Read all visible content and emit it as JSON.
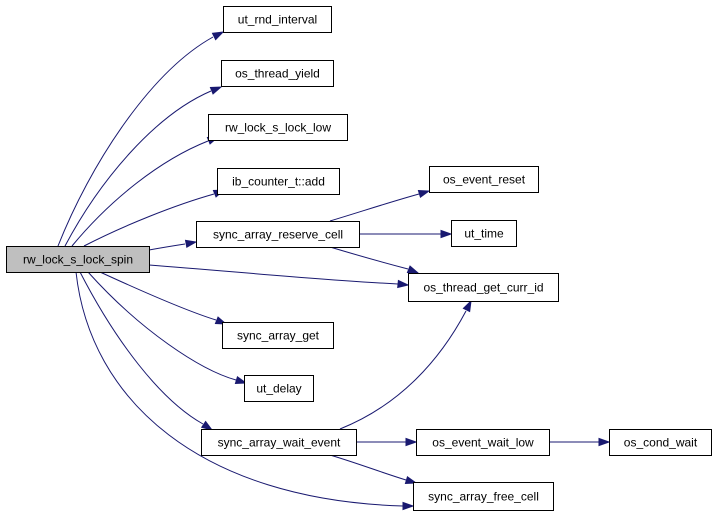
{
  "graph": {
    "root": "rw_lock_s_lock_spin",
    "nodes": [
      {
        "id": "rw_lock_s_lock_spin",
        "label": "rw_lock_s_lock_spin"
      },
      {
        "id": "ut_rnd_interval",
        "label": "ut_rnd_interval"
      },
      {
        "id": "os_thread_yield",
        "label": "os_thread_yield"
      },
      {
        "id": "rw_lock_s_lock_low",
        "label": "rw_lock_s_lock_low"
      },
      {
        "id": "ib_counter_t_add",
        "label": "ib_counter_t::add"
      },
      {
        "id": "sync_array_reserve_cell",
        "label": "sync_array_reserve_cell"
      },
      {
        "id": "sync_array_get",
        "label": "sync_array_get"
      },
      {
        "id": "ut_delay",
        "label": "ut_delay"
      },
      {
        "id": "sync_array_wait_event",
        "label": "sync_array_wait_event"
      },
      {
        "id": "os_event_reset",
        "label": "os_event_reset"
      },
      {
        "id": "ut_time",
        "label": "ut_time"
      },
      {
        "id": "os_thread_get_curr_id",
        "label": "os_thread_get_curr_id"
      },
      {
        "id": "os_event_wait_low",
        "label": "os_event_wait_low"
      },
      {
        "id": "sync_array_free_cell",
        "label": "sync_array_free_cell"
      },
      {
        "id": "os_cond_wait",
        "label": "os_cond_wait"
      }
    ],
    "edges": [
      {
        "from": "rw_lock_s_lock_spin",
        "to": "ut_rnd_interval"
      },
      {
        "from": "rw_lock_s_lock_spin",
        "to": "os_thread_yield"
      },
      {
        "from": "rw_lock_s_lock_spin",
        "to": "rw_lock_s_lock_low"
      },
      {
        "from": "rw_lock_s_lock_spin",
        "to": "ib_counter_t_add"
      },
      {
        "from": "rw_lock_s_lock_spin",
        "to": "sync_array_reserve_cell"
      },
      {
        "from": "rw_lock_s_lock_spin",
        "to": "os_thread_get_curr_id"
      },
      {
        "from": "rw_lock_s_lock_spin",
        "to": "sync_array_get"
      },
      {
        "from": "rw_lock_s_lock_spin",
        "to": "ut_delay"
      },
      {
        "from": "rw_lock_s_lock_spin",
        "to": "sync_array_wait_event"
      },
      {
        "from": "rw_lock_s_lock_spin",
        "to": "sync_array_free_cell"
      },
      {
        "from": "sync_array_reserve_cell",
        "to": "os_event_reset"
      },
      {
        "from": "sync_array_reserve_cell",
        "to": "ut_time"
      },
      {
        "from": "sync_array_reserve_cell",
        "to": "os_thread_get_curr_id"
      },
      {
        "from": "sync_array_wait_event",
        "to": "os_thread_get_curr_id"
      },
      {
        "from": "sync_array_wait_event",
        "to": "os_event_wait_low"
      },
      {
        "from": "sync_array_wait_event",
        "to": "sync_array_free_cell"
      },
      {
        "from": "os_event_wait_low",
        "to": "os_cond_wait"
      }
    ]
  },
  "colors": {
    "edge": "#191970",
    "root_fill": "#bfbfbf",
    "node_fill": "#ffffff",
    "node_border": "#000000"
  }
}
